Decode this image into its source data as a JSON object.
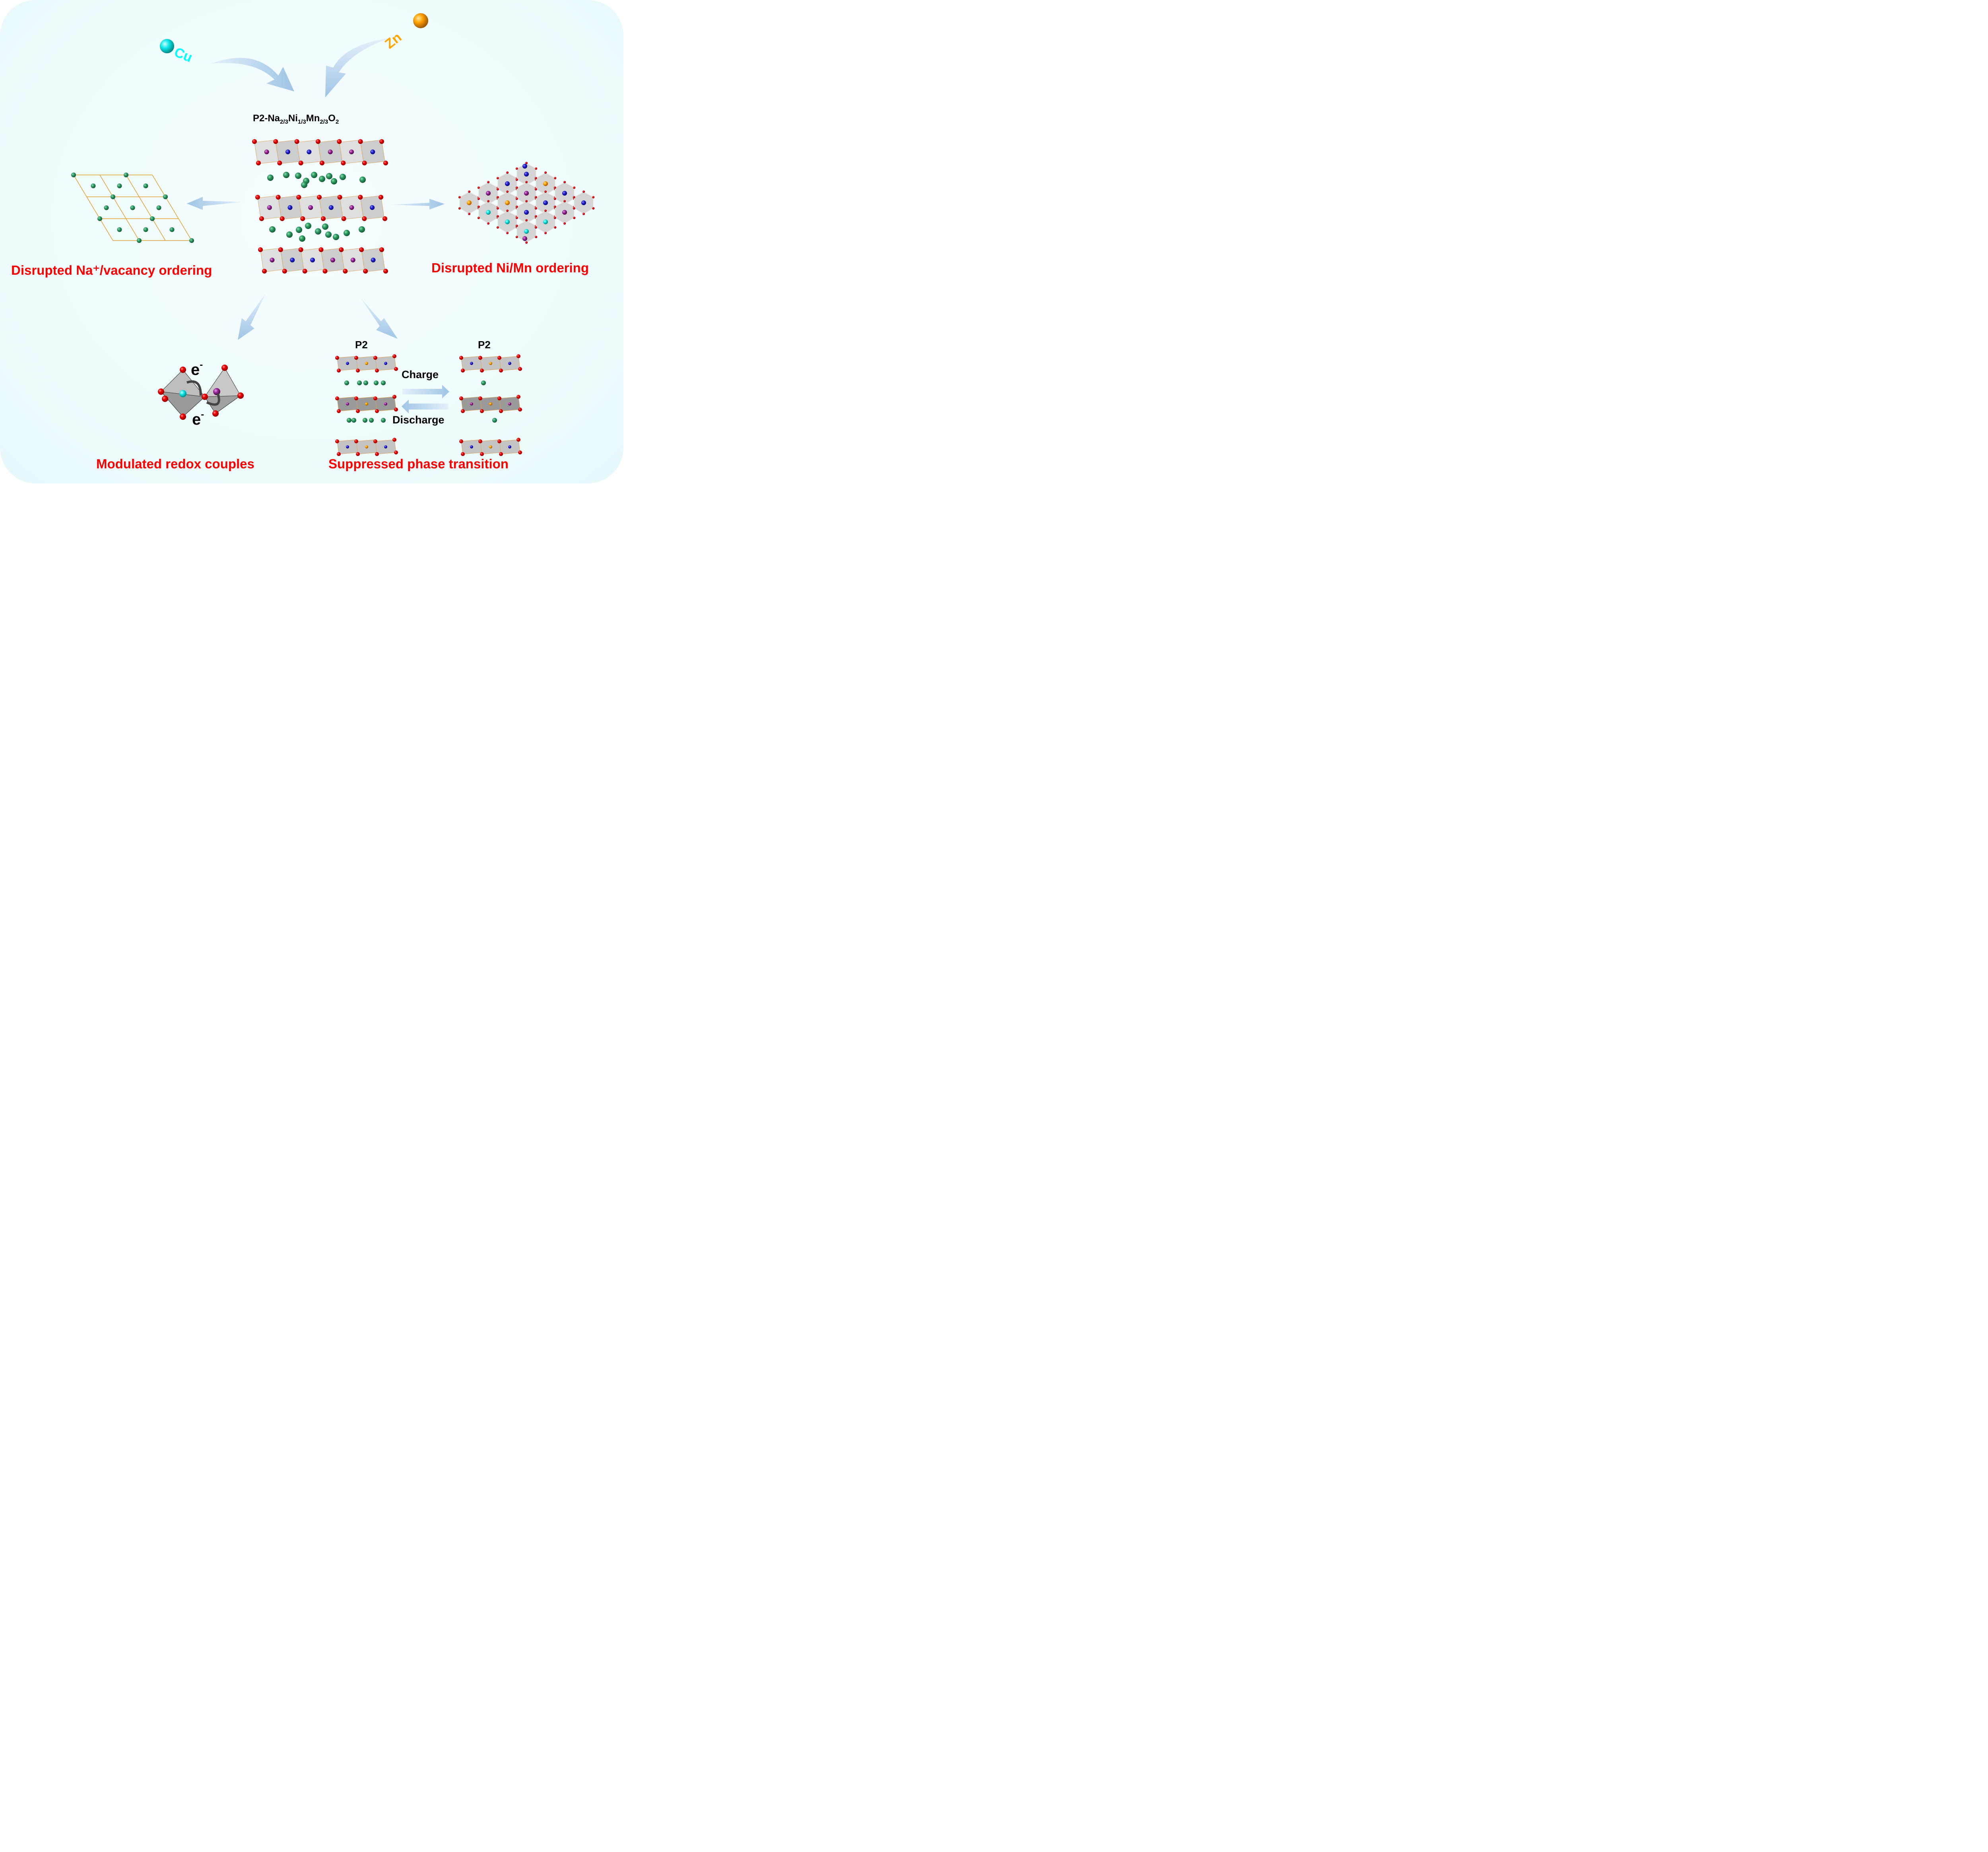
{
  "dopants": {
    "cu": {
      "label": "Cu",
      "color": "#00ffff"
    },
    "zn": {
      "label": "Zn",
      "color": "#ffa500"
    }
  },
  "center": {
    "formula_prefix": "P2-Na",
    "formula_parts": [
      {
        "el": "P2-Na",
        "sub": "2/3"
      },
      {
        "el": "Ni",
        "sub": "1/3"
      },
      {
        "el": "Mn",
        "sub": "2/3"
      },
      {
        "el": "O",
        "sub": "2"
      }
    ]
  },
  "effects": {
    "na_vacancy": "Disrupted Na⁺/vacancy ordering",
    "ni_mn": "Disrupted Ni/Mn ordering",
    "redox": "Modulated redox couples",
    "phase": "Suppressed phase transition"
  },
  "phase_panel": {
    "left_phase": "P2",
    "right_phase": "P2",
    "charge": "Charge",
    "discharge": "Discharge"
  },
  "redox_panel": {
    "electron_top": "e",
    "electron_bottom": "e",
    "electron_charge": "-"
  },
  "colors": {
    "label_red": "#ff0000",
    "arrow_blue": "#9fc4e6",
    "oxygen": "#e60000",
    "sodium": "#2e8b57",
    "nickel": "#1a1ad0",
    "manganese": "#8b1a8b",
    "octahedra": "#b8b8b8"
  }
}
